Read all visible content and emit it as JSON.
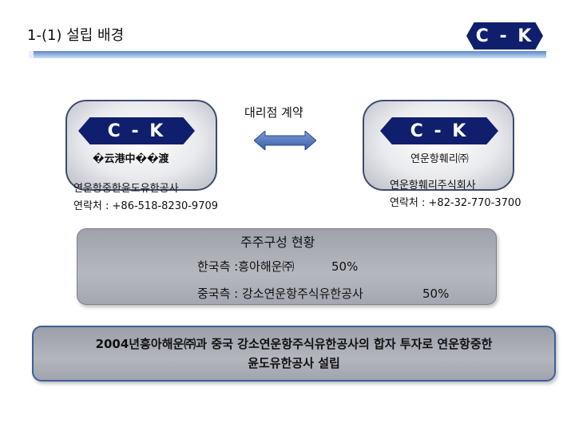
{
  "header": {
    "title": "1-(1) 설립 배경",
    "logo_text": "C - K"
  },
  "contract": {
    "label": "대리점 계약"
  },
  "left_company": {
    "logo_text": "C - K",
    "subtitle": "�云港中��渡",
    "name": "연운항중한윤도유한공사",
    "contact": "연락처 : +86-518-8230-9709"
  },
  "right_company": {
    "logo_text": "C - K",
    "subtitle": "연운항훼리㈜",
    "name": "연운항훼리주식회사",
    "contact": "연락처 : +82-32-770-3700"
  },
  "shareholders": {
    "title": "주주구성 현황",
    "korea_label": "한국측 :흥아해운㈜",
    "korea_pct": "50%",
    "china_label": "중국측 : 강소연운항주식유한공사",
    "china_pct": "50%"
  },
  "summary": {
    "line1": "2004년흥아해운㈜과 중국 강소연운항주식유한공사의 합자 투자로 연운항중한",
    "line2": "윤도유한공사 설립"
  },
  "colors": {
    "logo": "#0f1f6e",
    "rule": "#5a87c9",
    "arrow": "#4a6fb5",
    "box_border": "#3e4b6a"
  }
}
